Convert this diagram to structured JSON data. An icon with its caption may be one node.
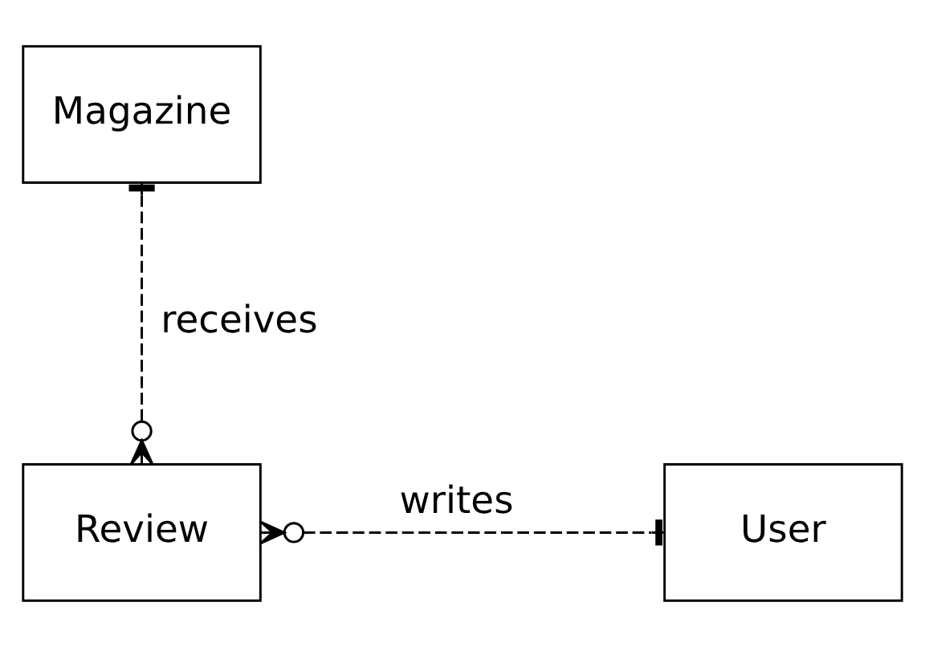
{
  "diagram": {
    "nodes": [
      {
        "text": [
          "Magazine"
        ]
      },
      {
        "text": [
          "Review"
        ]
      },
      {
        "text": [
          "User"
        ]
      }
    ],
    "edges": [
      {
        "from": 0,
        "to": 1,
        "arrow": "other",
        "label": "receives",
        "style": "dashed"
      },
      {
        "from": 1,
        "to": 2,
        "arrow": "other",
        "label": "writes",
        "style": "dashed"
      }
    ]
  }
}
